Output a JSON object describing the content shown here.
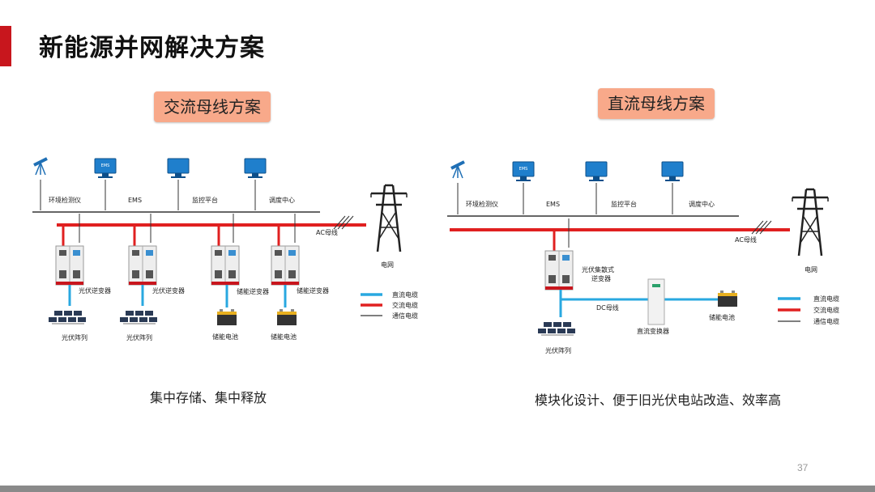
{
  "page": {
    "title": "新能源并网解决方案",
    "page_number": "37"
  },
  "colors": {
    "accent": "#c8161d",
    "dc_cable": "#29a8e0",
    "ac_cable": "#e02020",
    "comm_cable": "#333333",
    "scheme_box": "#f8a98a",
    "device_icon": "#1f7fcc"
  },
  "ac_scheme": {
    "heading": "交流母线方案",
    "top_devices": [
      "环境检测仪",
      "EMS",
      "监控平台",
      "调度中心"
    ],
    "ems_screen_label": "EMS",
    "bus_label": "AC母线",
    "grid_label": "电网",
    "inverters": [
      "光伏逆变器",
      "光伏逆变器",
      "储能逆变器",
      "储能逆变器"
    ],
    "sources": [
      "光伏阵列",
      "光伏阵列",
      "储能电池",
      "储能电池"
    ],
    "legend": [
      "直流电缆",
      "交流电缆",
      "通信电缆"
    ],
    "caption": "集中存储、集中释放"
  },
  "dc_scheme": {
    "heading": "直流母线方案",
    "top_devices": [
      "环境检测仪",
      "EMS",
      "监控平台",
      "调度中心"
    ],
    "ems_screen_label": "EMS",
    "bus_label": "AC母线",
    "grid_label": "电网",
    "inverter_line1": "光伏集散式",
    "inverter_line2": "逆变器",
    "dc_bus_label": "DC母线",
    "converter_label": "直流变换器",
    "battery_label": "储能电池",
    "pv_label": "光伏阵列",
    "legend": [
      "直流电缆",
      "交流电缆",
      "通信电缆"
    ],
    "caption": "模块化设计、便于旧光伏电站改造、效率高"
  }
}
